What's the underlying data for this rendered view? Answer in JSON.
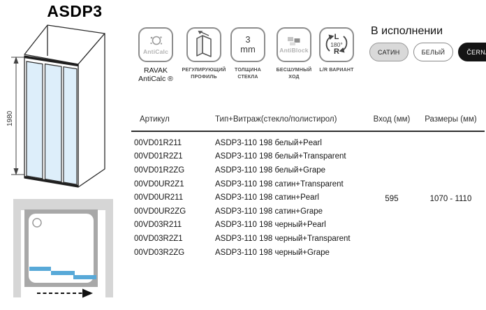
{
  "title": "ASDP3",
  "drawing": {
    "height_dim": "1980"
  },
  "features": [
    {
      "name": "anticalc",
      "icon_text": "AntiCalc",
      "label_lines": [
        "RAVAK",
        "AntiCalc ®"
      ]
    },
    {
      "name": "adjustable-profile",
      "label_lines": [
        "РЕГУЛИРУЮЩИЙ",
        "ПРОФИЛЬ"
      ]
    },
    {
      "name": "glass-thickness",
      "value": "3",
      "unit": "mm",
      "label_lines": [
        "ТОЛЩИНА",
        "СТЕКЛА"
      ]
    },
    {
      "name": "antiblock",
      "icon_text": "AntiBlock",
      "label_lines": [
        "БЕСШУМНЫЙ",
        "ХОД"
      ]
    },
    {
      "name": "lr-variant",
      "l": "L",
      "deg": "180°",
      "r": "R",
      "label_lines": [
        "L/R ВАРИАНТ"
      ]
    }
  ],
  "finishes": {
    "heading": "В исполнении",
    "options": [
      {
        "label": "САТИН",
        "bg": "#d9d9d9",
        "fg": "#1a1a1a"
      },
      {
        "label": "БЕЛЫЙ",
        "bg": "#ffffff",
        "fg": "#1a1a1a"
      },
      {
        "label": "ČERNÁ",
        "bg": "#141414",
        "fg": "#ffffff"
      }
    ]
  },
  "table": {
    "headers": {
      "article": "Артикул",
      "type": "Тип+Витраж(стекло/полистирол)",
      "entry": "Вход (мм)",
      "sizes": "Размеры (мм)"
    },
    "rows": [
      {
        "article": "00VD01R211",
        "type": "ASDP3-110 198 белый+Pearl"
      },
      {
        "article": "00VD01R2Z1",
        "type": "ASDP3-110 198 белый+Transparent"
      },
      {
        "article": "00VD01R2ZG",
        "type": "ASDP3-110 198 белый+Grape"
      },
      {
        "article": "00VD0UR2Z1",
        "type": "ASDP3-110 198 сатин+Transparent"
      },
      {
        "article": "00VD0UR211",
        "type": "ASDP3-110 198 сатин+Pearl"
      },
      {
        "article": "00VD0UR2ZG",
        "type": "ASDP3-110 198 сатин+Grape"
      },
      {
        "article": "00VD03R211",
        "type": "ASDP3-110 198 черный+Pearl"
      },
      {
        "article": "00VD03R2Z1",
        "type": "ASDP3-110 198 черный+Transparent"
      },
      {
        "article": "00VD03R2ZG",
        "type": "ASDP3-110 198 черный+Grape"
      }
    ],
    "entry_value": "595",
    "sizes_value": "1070 - 1110"
  },
  "colors": {
    "door_panel_blue": "#58a9d8",
    "glass_light_blue": "#ddeefa",
    "wall_gray": "#d6d6d6",
    "frame_gray": "#a8a8a8"
  }
}
